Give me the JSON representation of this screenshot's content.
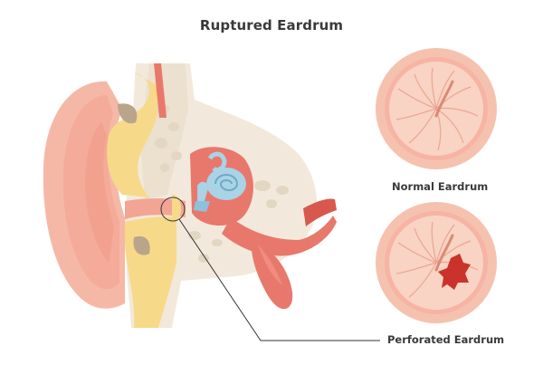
{
  "title": "Ruptured Eardrum",
  "labels": {
    "normal": "Normal Eardrum",
    "perforated": "Perforated Eardrum"
  },
  "colors": {
    "skin": "#f6b8a6",
    "skin_dark": "#ee9b87",
    "bone": "#f2e9dc",
    "fat": "#f7d98a",
    "muscle": "#e8786c",
    "ossicle_blue": "#a9d3e6",
    "drum_ring": "#f5c2b0",
    "drum_inner": "#f9d3c3",
    "wound": "#c9332b",
    "text": "#3a3a3a"
  }
}
